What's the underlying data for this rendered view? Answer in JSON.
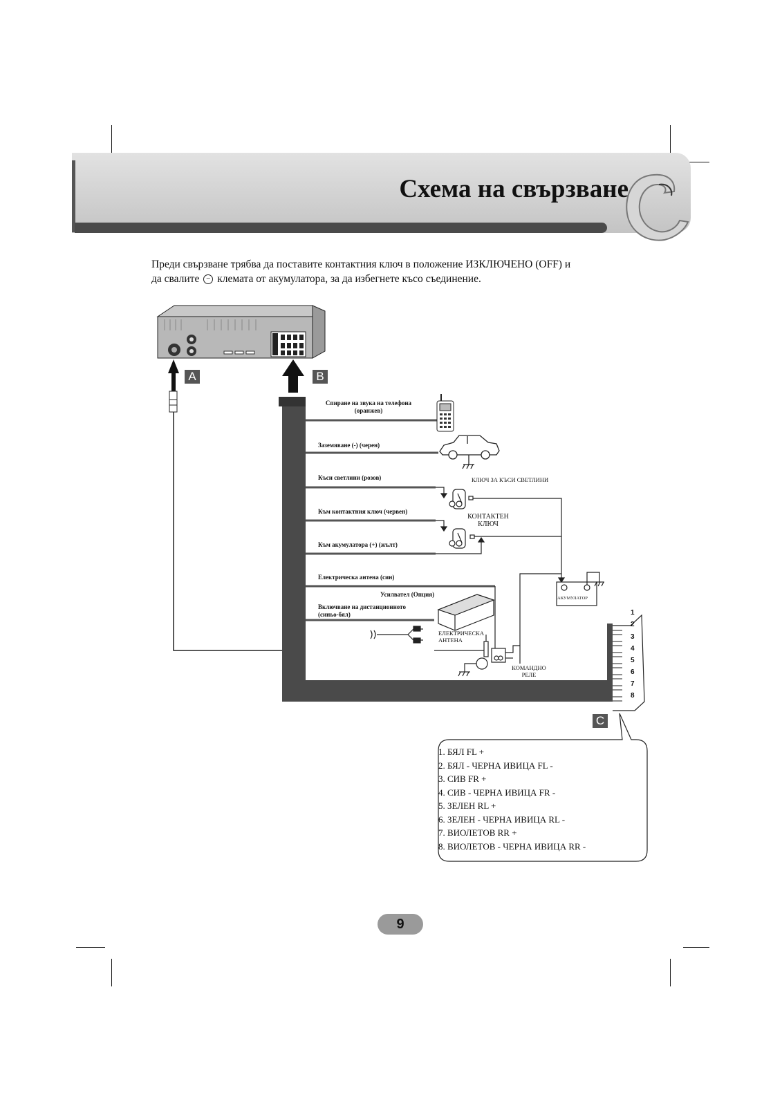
{
  "header": {
    "title": "Схема на свързване"
  },
  "intro": {
    "line1": "Преди свързване трябва да поставите контактния ключ в положение ИЗКЛЮЧЕНО (OFF) и",
    "line2_before": "да свалите",
    "line2_symbol": "−",
    "line2_after": "клемата от акумулатора, за да избегнете късо съединение."
  },
  "connectors": {
    "a": "A",
    "b": "B",
    "c": "C"
  },
  "wires": {
    "phone_mute_1": "Спиране на звука на телефона",
    "phone_mute_2": "(оранжев)",
    "ground": "Заземяване (-) (черен)",
    "lights": "Къси светлини (розов)",
    "ignition": "Към контактния ключ (червен)",
    "battery": "Към акумулатора (+) (жълт)",
    "power_antenna": "Електрическа антена (син)",
    "amplifier": "Усилвател (Опция)",
    "remote_1": "Включване на дистанционното",
    "remote_2": "(синьо-бял)"
  },
  "components": {
    "light_switch": "КЛЮЧ ЗА КЪСИ СВЕТЛИНИ",
    "ignition_switch_1": "КОНТАКТЕН",
    "ignition_switch_2": "КЛЮЧ",
    "battery": "АКУМУЛАТОР",
    "antenna_1": "ЕЛЕКТРИЧЕСКА",
    "antenna_2": "АНТЕНА",
    "relay_1": "КОМАНДНО",
    "relay_2": "РЕЛЕ"
  },
  "pins": [
    "1",
    "2",
    "3",
    "4",
    "5",
    "6",
    "7",
    "8"
  ],
  "speaker_legend": [
    "1.  БЯЛ  FL +",
    "2.  БЯЛ - ЧЕРНА ИВИЦА  FL -",
    "3.  СИВ  FR +",
    "4.  СИВ - ЧЕРНА ИВИЦА  FR -",
    "5.  ЗЕЛЕН  RL +",
    "6.  ЗЕЛЕН - ЧЕРНА ИВИЦА  RL -",
    "7.  ВИОЛЕТОВ  RR +",
    "8.  ВИОЛЕТОВ - ЧЕРНА ИВИЦА  RR -"
  ],
  "page_number": "9"
}
